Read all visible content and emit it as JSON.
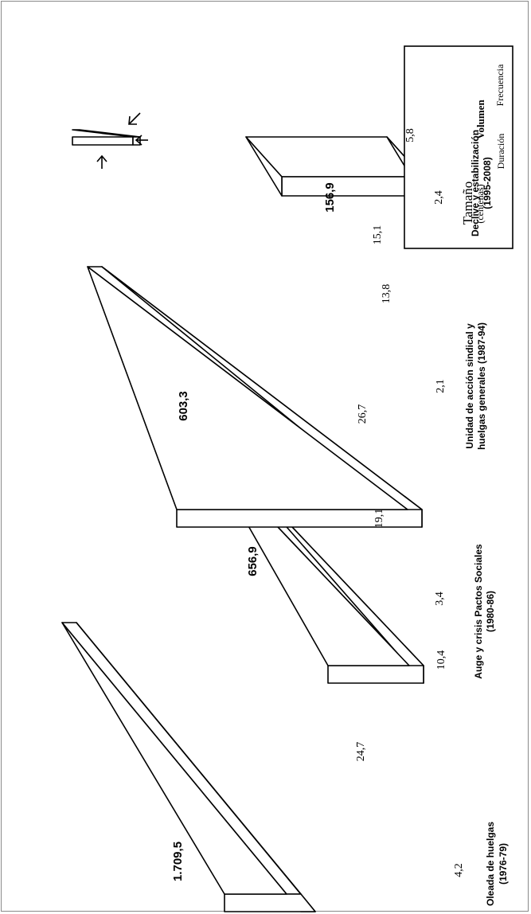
{
  "chart_data": {
    "type": "diagram",
    "unit_note": "(centenas)",
    "legend": {
      "title": "Volumen",
      "size_label": "Tamaño",
      "size_unit": "(centenas)",
      "frequency_label": "Frecuencia",
      "duration_label": "Duración"
    },
    "periods": [
      {
        "line1": "Oleada de huelgas",
        "line2": "(1976-79)",
        "volume": "1.709,5",
        "volume_value": 1709.5,
        "size": "4,2",
        "size_value": 4.2,
        "frequency": "24,7",
        "frequency_value": 24.7
      },
      {
        "line1": "Auge y crisis Pactos Sociales",
        "line2": "(1980-86)",
        "volume": "656,9",
        "volume_value": 656.9,
        "size": "10,4",
        "size_value": 10.4,
        "frequency": "19,1",
        "frequency_value": 19.1,
        "duration": "3,4",
        "duration_value": 3.4
      },
      {
        "line1": "Unidad de acción sindical y",
        "line2": "huelgas generales (1987-94)",
        "volume": "603,3",
        "volume_value": 603.3,
        "size": "26,7",
        "size_value": 26.7,
        "frequency": "13,8",
        "frequency_value": 13.8,
        "duration": "2,1",
        "duration_value": 2.1
      },
      {
        "line1": "Declive y estabilización",
        "line2": "(1995-2008)",
        "volume": "156,9",
        "volume_value": 156.9,
        "size": "15,1",
        "size_value": 15.1,
        "frequency": "5,8",
        "frequency_value": 5.8,
        "duration": "2,4",
        "duration_value": 2.4
      }
    ]
  }
}
